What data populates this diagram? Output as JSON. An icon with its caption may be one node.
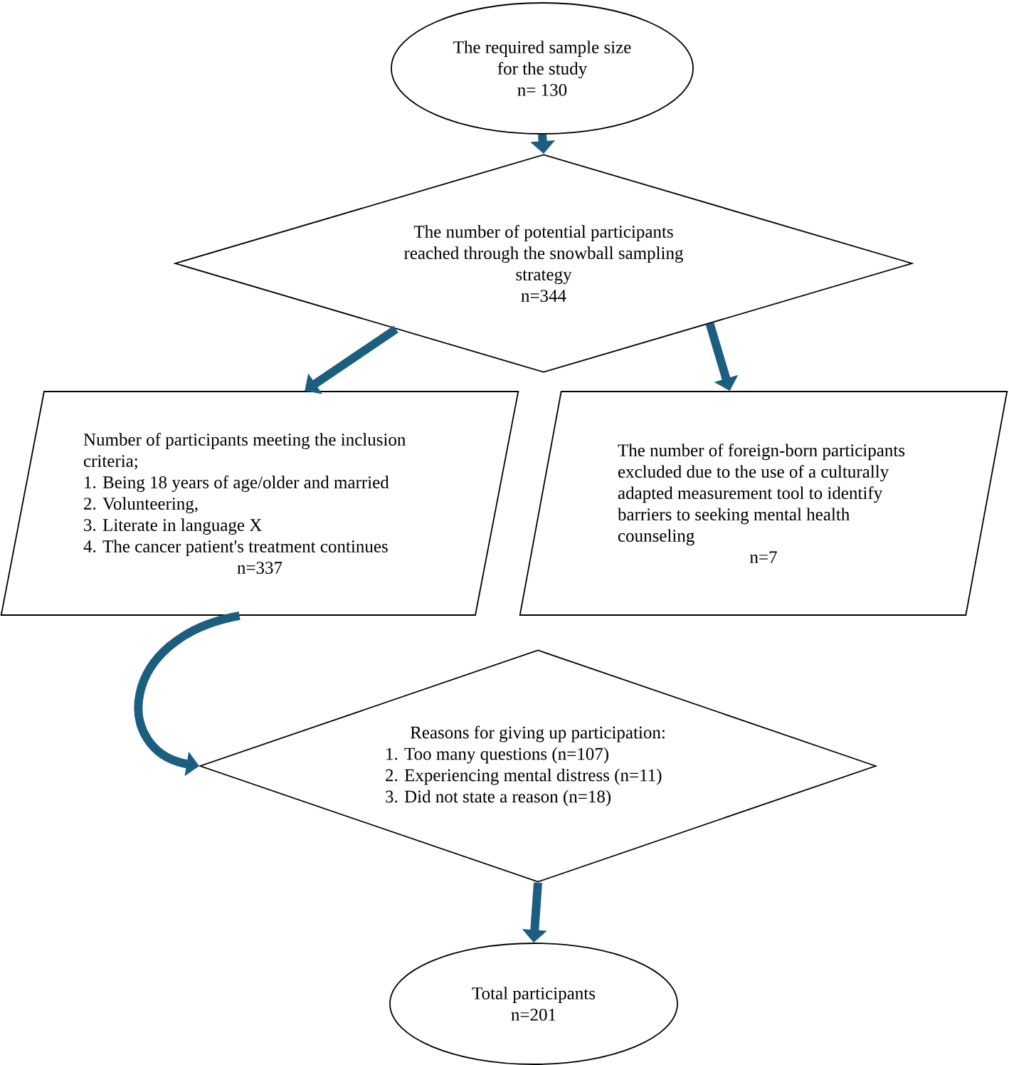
{
  "diagram": {
    "nodes": [
      {
        "text": [
          "The required sample size for the study",
          "n= 130"
        ]
      },
      {
        "text": [
          "The number of potential participants reached through the snowball sampling strategy",
          "n=344"
        ]
      },
      {
        "text": [
          "Number of participants meeting the inclusion criteria;",
          "1. Being 18 years of age/older and married",
          "2. Volunteering,",
          "3. Literate in language X",
          "4. The cancer patient's treatment continues",
          "n=337"
        ]
      },
      {
        "text": [
          "The number of foreign-born participants excluded due to the use of a culturally adapted measurement tool to identify barriers to seeking mental health counseling",
          "n=7"
        ]
      },
      {
        "text": [
          "Reasons for giving up participation:",
          "1. Too many questions (n=107)",
          "2. Experiencing mental distress (n=11)",
          "3. Did not state a reason (n=18)"
        ]
      },
      {
        "text": [
          "Total participants",
          "n=201"
        ]
      }
    ],
    "edges": [
      {
        "from": 0,
        "to": 1,
        "arrow": "to"
      },
      {
        "from": 1,
        "to": 2,
        "arrow": "to"
      },
      {
        "from": 1,
        "to": 3,
        "arrow": "to"
      },
      {
        "from": 2,
        "to": 4,
        "arrow": "to"
      },
      {
        "from": 4,
        "to": 5,
        "arrow": "to"
      }
    ]
  }
}
